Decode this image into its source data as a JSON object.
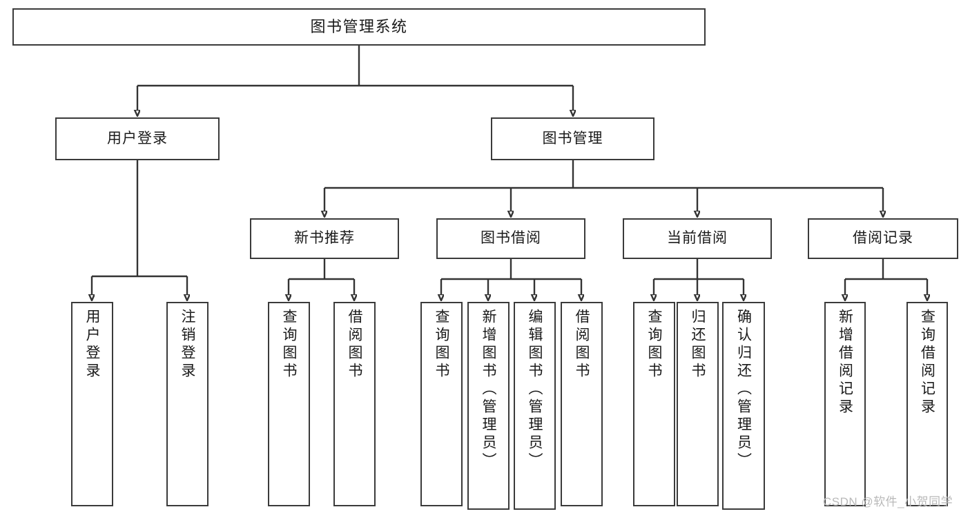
{
  "diagram": {
    "title": "图书管理系统",
    "root": {
      "label": "图书管理系统"
    },
    "level1": [
      {
        "label": "用户登录"
      },
      {
        "label": "图书管理"
      }
    ],
    "level2": [
      {
        "label": "新书推荐"
      },
      {
        "label": "图书借阅"
      },
      {
        "label": "当前借阅"
      },
      {
        "label": "借阅记录"
      }
    ],
    "leaves": {
      "user_login": [
        {
          "label": "用户登录"
        },
        {
          "label": "注销登录"
        }
      ],
      "new_book_recommend": [
        {
          "label": "查询图书"
        },
        {
          "label": "借阅图书"
        }
      ],
      "book_borrow": [
        {
          "label": "查询图书"
        },
        {
          "label": "新增图书（管理员）"
        },
        {
          "label": "编辑图书（管理员）"
        },
        {
          "label": "借阅图书"
        }
      ],
      "current_borrow": [
        {
          "label": "查询图书"
        },
        {
          "label": "归还图书"
        },
        {
          "label": "确认归还（管理员）"
        }
      ],
      "borrow_record": [
        {
          "label": "新增借阅记录"
        },
        {
          "label": "查询借阅记录"
        }
      ]
    }
  },
  "watermark": {
    "text": "CSDN @软件_小贺同学"
  },
  "colors": {
    "border": "#3a3a3a",
    "background": "#ffffff",
    "text": "#1a1a1a",
    "watermark": "#b9b9b9"
  }
}
